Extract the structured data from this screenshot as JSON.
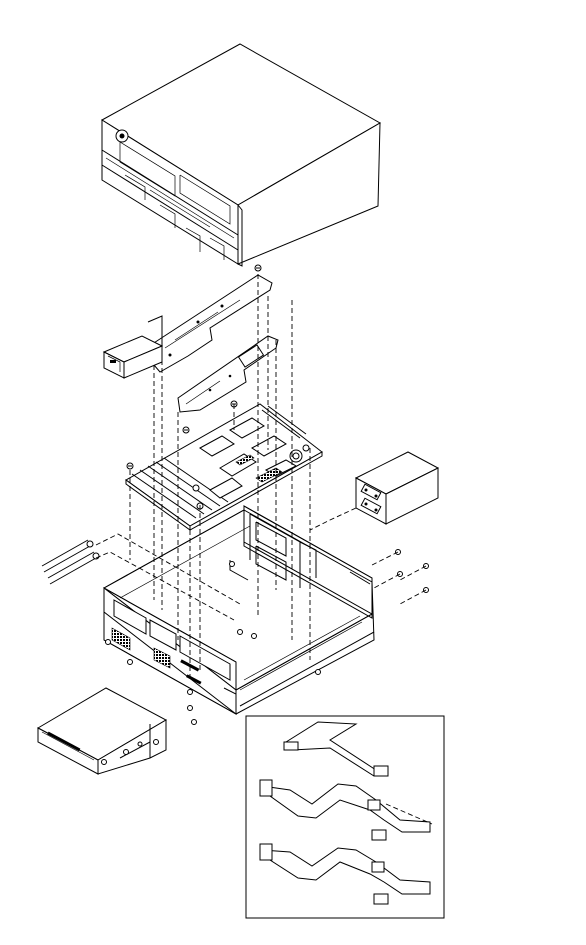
{
  "figure": {
    "type": "exploded-assembly-drawing",
    "line_color": "#000000",
    "background": "#ffffff",
    "parts": [
      {
        "name": "top-cover",
        "icon": "cover-icon"
      },
      {
        "name": "drive-bracket",
        "icon": "bracket-icon"
      },
      {
        "name": "front-bezel-plate",
        "icon": "plate-icon"
      },
      {
        "name": "system-board",
        "icon": "board-icon"
      },
      {
        "name": "power-supply",
        "icon": "psu-icon"
      },
      {
        "name": "chassis",
        "icon": "chassis-icon"
      },
      {
        "name": "floppy-drive",
        "icon": "drive-icon"
      },
      {
        "name": "cable-inset",
        "icon": "cable-icon"
      }
    ]
  }
}
